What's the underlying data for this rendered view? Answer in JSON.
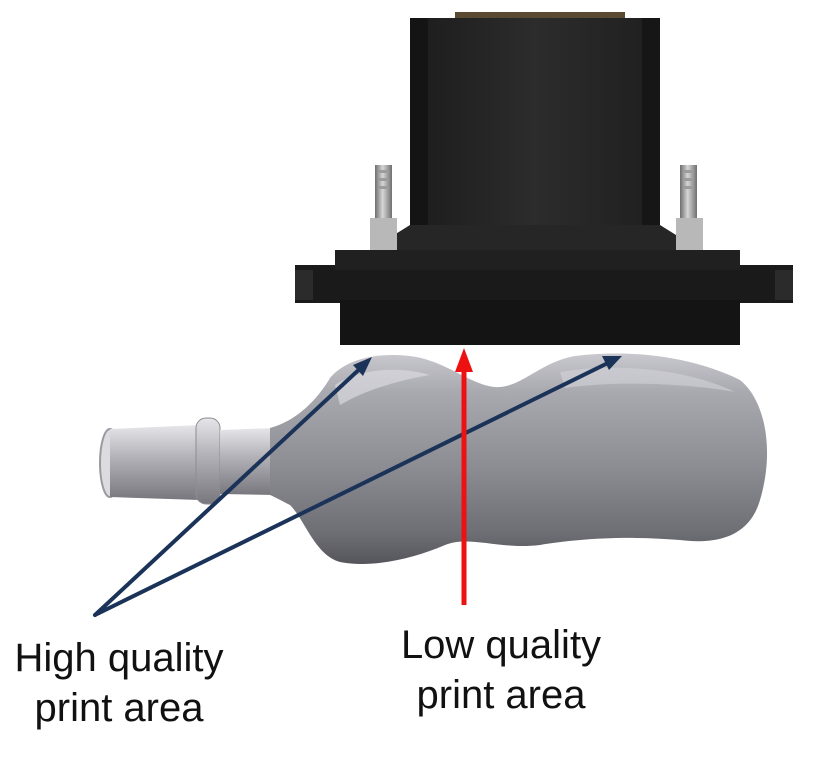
{
  "labels": {
    "high_quality": {
      "line1": "High quality",
      "line2": "print area"
    },
    "low_quality": {
      "line1": "Low quality",
      "line2": "print area"
    }
  },
  "colors": {
    "high_quality_arrow": "#1b3358",
    "low_quality_arrow": "#ee1111",
    "printhead_body": "#242424",
    "printhead_base": "#161616",
    "bottle": "#8a8a90"
  },
  "icons": {
    "printhead": "printhead-icon",
    "bottle": "bottle-icon"
  }
}
